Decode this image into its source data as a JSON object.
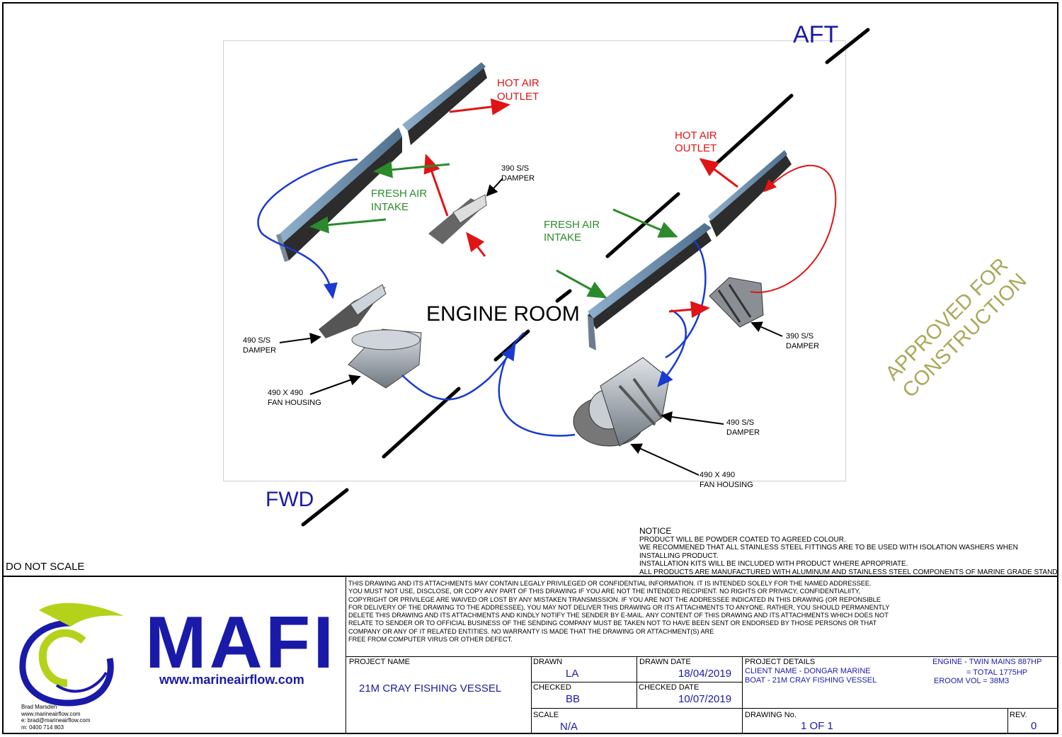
{
  "drawing": {
    "directions": {
      "aft": "AFT",
      "fwd": "FWD"
    },
    "room_label": "ENGINE ROOM",
    "labels": {
      "hot_air_outlet_left": [
        "HOT AIR",
        "OUTLET"
      ],
      "hot_air_outlet_right": [
        "HOT AIR",
        "OUTLET"
      ],
      "fresh_air_intake_left": [
        "FRESH AIR",
        "INTAKE"
      ],
      "fresh_air_intake_right": [
        "FRESH AIR",
        "INTAKE"
      ],
      "damper_390_left": [
        "390 S/S",
        "DAMPER"
      ],
      "damper_390_right": [
        "390 S/S",
        "DAMPER"
      ],
      "damper_490_left": [
        "490 S/S",
        "DAMPER"
      ],
      "damper_490_right": [
        "490 S/S",
        "DAMPER"
      ],
      "fan_housing_left": [
        "490 X 490",
        "FAN HOUSING"
      ],
      "fan_housing_right": [
        "490 X 490",
        "FAN HOUSING"
      ]
    },
    "stamp": [
      "APPROVED FOR",
      "CONSTRUCTION"
    ]
  },
  "notice": {
    "title": "NOTICE",
    "lines": [
      "PRODUCT WILL BE POWDER COATED TO AGREED COLOUR.",
      "WE RECOMMENED THAT ALL STAINLESS STEEL FITTINGS ARE TO BE USED WITH ISOLATION WASHERS WHEN",
      "INSTALLING PRODUCT.",
      "INSTALLATION KITS WILL BE INCLUDED WITH PRODUCT WHERE APROPRIATE.",
      "ALL PRODUCTS ARE MANUFACTURED WITH ALUMINUM AND STAINLESS STEEL COMPONENTS OF MARINE GRADE STANDARDS"
    ]
  },
  "do_not_scale": "DO NOT SCALE",
  "legal_text": [
    "THIS DRAWING AND ITS ATTACHMENTS MAY CONTAIN LEGALY PRIVILEGED OR CONFIDENTIAL INFORMATION. IT IS INTENDED SOLELY FOR THE NAMED ADDRESSEE.",
    "YOU MUST NOT USE, DISCLOSE, OR COPY ANY PART OF THIS DRAWING IF YOU ARE NOT THE INTENDED RECIPIENT. NO RIGHTS OR PRIVACY, CONFIDENTIALIITY,",
    "COPYRIGHT OR PRIVILEGE ARE WAIVED OR LOST BY ANY MISTAKEN TRANSMISSION. IF YOU ARE NOT THE ADDRESSEE INDICATED IN THIS DRAWING (OR REPONSIBLE",
    "FOR DELIVERY OF THE DRAWING TO THE ADDRESSEE), YOU MAY NOT DELIVER THIS DRAWING OR ITS ATTACHMENTS TO ANYONE. RATHER, YOU SHOULD PERMANENTLY",
    "DELETE THIS DRAWING AND ITS ATTACHMENTS AND KINDLY NOTIFY THE SENDER BY E-MAIL. ANY CONTENT OF THIS DRAWING AND ITS ATTACHMENTS WHICH DOES NOT",
    "RELATE TO SENDER OR TO OFFICIAL BUSINESS OF THE SENDING COMPANY MUST BE TAKEN NOT TO HAVE BEEN SENT OR ENDORSED BY THOSE PERSONS OR THAT",
    "COMPANY OR ANY OF IT RELATED ENTITIES. NO WARRANTY IS MADE THAT THE DRAWING OR ATTACHMENT(S) ARE",
    "FREE FROM COMPUTER VIRUS OR OTHER DEFECT."
  ],
  "logo": {
    "text": "MAFI",
    "website": "www.marineairflow.com"
  },
  "contact": {
    "name": "Brad Marsden",
    "web": "www.marineairflow.com",
    "email": "e: brad@marineairflow.com",
    "mobile": "m: 0400 714 803"
  },
  "title_block": {
    "project_name_label": "PROJECT NAME",
    "project_name": "21M CRAY FISHING VESSEL",
    "drawn_label": "DRAWN",
    "drawn": "LA",
    "drawn_date_label": "DRAWN DATE",
    "drawn_date": "18/04/2019",
    "checked_label": "CHECKED",
    "checked": "BB",
    "checked_date_label": "CHECKED DATE",
    "checked_date": "10/07/2019",
    "scale_label": "SCALE",
    "scale": "N/A",
    "project_details_label": "PROJECT DETAILS",
    "client": "CLIENT NAME - DONGAR MARINE",
    "boat": "BOAT - 21M CRAY FISHING VESSEL",
    "engine": "ENGINE - TWIN MAINS 887HP",
    "engine_total": "= TOTAL 1775HP",
    "eroom_vol": "EROOM VOL = 38M3",
    "drawing_no_label": "DRAWING No.",
    "drawing_no": "1 OF 1",
    "rev_label": "REV.",
    "rev": "0"
  },
  "colors": {
    "blue": "#1a1aa8",
    "red": "#e01414",
    "green": "#2b8a2b",
    "stamp": "#a9a95a",
    "logo_green": "#b5d21b"
  }
}
